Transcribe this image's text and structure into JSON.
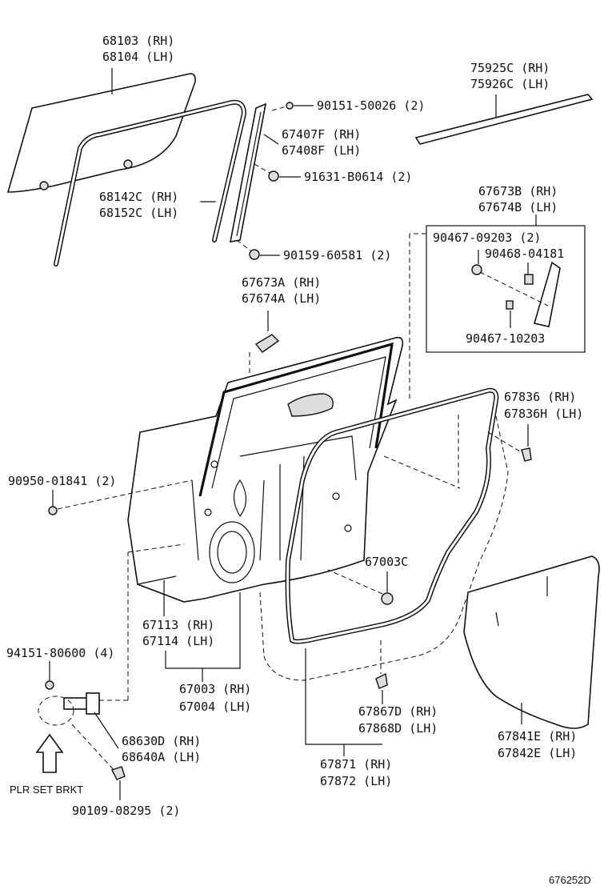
{
  "labels": {
    "glass": [
      "68103 (RH)",
      "68104 (LH)"
    ],
    "molding_upper": [
      "75925C (RH)",
      "75926C (LH)"
    ],
    "screw_top": "90151-50026 (2)",
    "channel_rear": [
      "67407F (RH)",
      "67408F (LH)"
    ],
    "bolt_channel": "91631-B0614 (2)",
    "run_channel": [
      "68142C (RH)",
      "68152C (LH)"
    ],
    "bolt_lower": "90159-60581 (2)",
    "garnish_b": [
      "67673B (RH)",
      "67674B (LH)"
    ],
    "clip_a": "90467-09203 (2)",
    "clip_b": "90468-04181",
    "clip_c": "90467-10203",
    "garnish_a": [
      "67673A (RH)",
      "67674A (LH)"
    ],
    "plug_right": [
      "67836 (RH)",
      "67836H (LH)"
    ],
    "nut_left": "90950-01841 (2)",
    "hole_plug": "67003C",
    "panel_inner": [
      "67113 (RH)",
      "67114 (LH)"
    ],
    "hinge_bolt": "94151-80600 (4)",
    "door_assy": [
      "67003 (RH)",
      "67004 (LH)"
    ],
    "clip_weather": [
      "67867D (RH)",
      "67868D (LH)"
    ],
    "service_hole_cover": [
      "67841E (RH)",
      "67842E (LH)"
    ],
    "checker": [
      "68630D (RH)",
      "68640A (LH)"
    ],
    "weatherstrip": [
      "67871 (RH)",
      "67872 (LH)"
    ],
    "bracket_note": "PLR SET BRKT",
    "bracket_bolt": "90109-08295 (2)",
    "diagram_id": "676252D"
  }
}
